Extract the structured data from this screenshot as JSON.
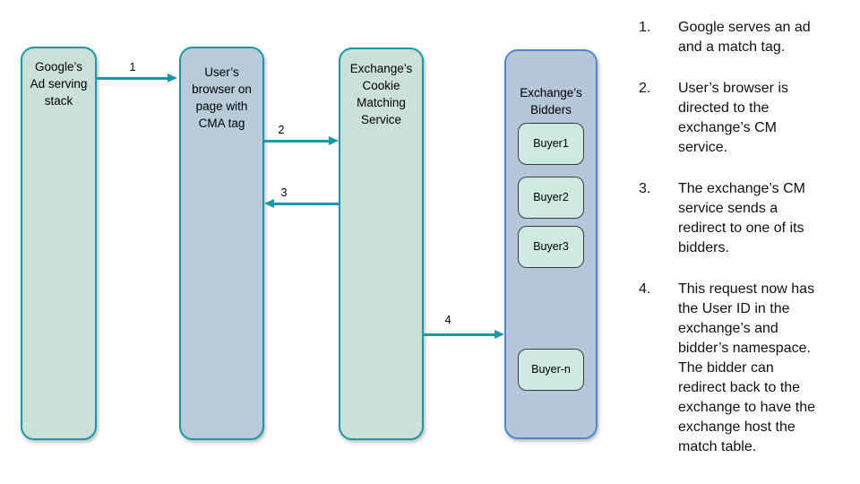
{
  "nodes": {
    "google": {
      "label": "Google’s\nAd serving\nstack"
    },
    "browser": {
      "label": "User’s\nbrowser on\npage with\nCMA tag"
    },
    "cms": {
      "label": "Exchange’s\nCookie\nMatching\nService"
    },
    "bidders": {
      "label": "Exchange’s\nBidders",
      "buyers": [
        "Buyer1",
        "Buyer2",
        "Buyer3",
        "Buyer-n"
      ]
    }
  },
  "arrows": {
    "a1": "1",
    "a2": "2",
    "a3": "3",
    "a4": "4"
  },
  "steps": [
    {
      "num": "1.",
      "text": "Google serves an ad\nand a match tag."
    },
    {
      "num": "2.",
      "text": "User’s browser is\ndirected to the\nexchange’s CM\nservice."
    },
    {
      "num": "3.",
      "text": "The exchange’s CM\nservice sends a\nredirect to one of its\nbidders."
    },
    {
      "num": "4.",
      "text": "This request now has\nthe User ID in the\nexchange’s and\nbidder’s namespace.\nThe bidder can\nredirect back to the\nexchange to have the\nexchange host the\nmatch table."
    }
  ],
  "colors": {
    "teal_accent": "#1898a8",
    "green_fill": "#cbe0d8",
    "blue_gray_fill": "#b8cbd9",
    "bidders_fill": "#b5c6d9",
    "bidders_border": "#4f88c7",
    "buyer_fill": "#cee9e2"
  }
}
